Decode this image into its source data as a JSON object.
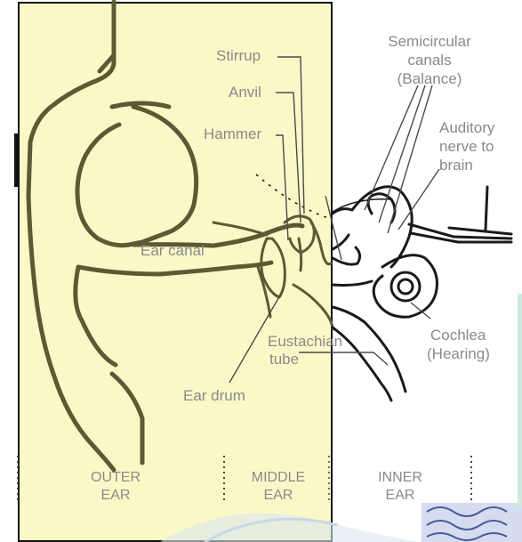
{
  "colors": {
    "highlight_fill": "#fbf8c8",
    "highlight_border": "#111111",
    "ear_outline_inside": "#5b5a34",
    "ear_outline_outside": "#1a1a1a",
    "label_text": "#8a8a8a"
  },
  "labels": {
    "stirrup": "Stirrup",
    "anvil": "Anvil",
    "hammer": "Hammer",
    "semicircular": [
      "Semicircular",
      "canals",
      "(Balance)"
    ],
    "auditory": [
      "Auditory",
      "nerve to",
      "brain"
    ],
    "ear_canal": "Ear canal",
    "eustachian": [
      "Eustachian",
      "tube"
    ],
    "cochlea": [
      "Cochlea",
      "(Hearing)"
    ],
    "ear_drum": "Ear drum"
  },
  "sections": {
    "outer": [
      "OUTER",
      "EAR"
    ],
    "middle": [
      "MIDDLE",
      "EAR"
    ],
    "inner": [
      "INNER",
      "EAR"
    ]
  },
  "highlighted_region": "outer and middle ear"
}
